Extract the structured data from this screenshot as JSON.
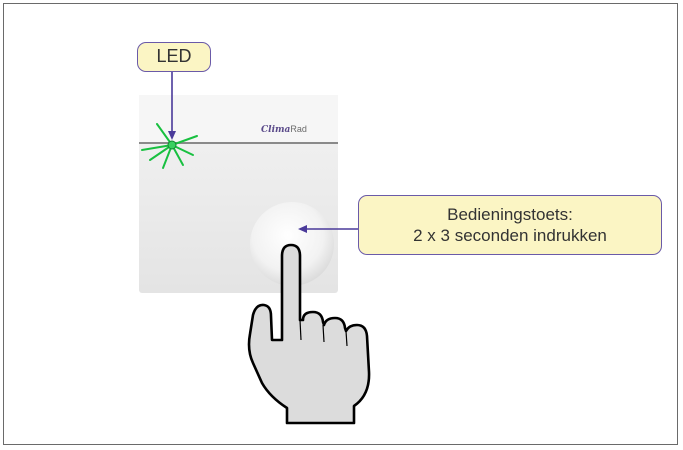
{
  "callouts": {
    "led_label": "LED",
    "button_label_line1": "Bedieningstoets:",
    "button_label_line2": "2 x 3 seconden indrukken"
  },
  "device": {
    "brand_script": "Clima",
    "brand_plain": "Rad"
  },
  "colors": {
    "callout_fill": "#fbf5c4",
    "callout_border": "#6a5aa8",
    "arrow": "#4a3a9a",
    "led_green": "#18c040"
  },
  "icons": [
    "led-blink-icon",
    "pointing-hand-icon",
    "arrow-icon"
  ]
}
